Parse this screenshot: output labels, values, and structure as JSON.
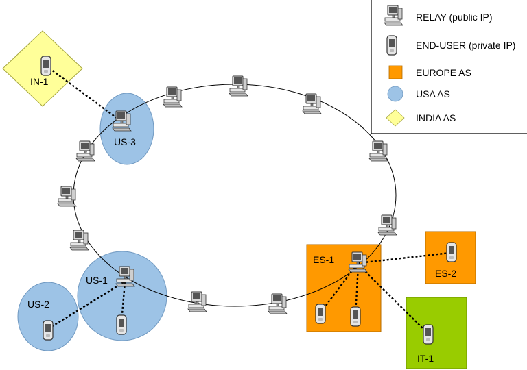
{
  "colors": {
    "europe": "#FF9900",
    "usa": "#9DC3E6",
    "india": "#FFFF99",
    "italy": "#99CC00",
    "ring": "#000000"
  },
  "legend": {
    "items": [
      {
        "icon": "relay-computer-icon",
        "label": "RELAY (public IP)"
      },
      {
        "icon": "end-user-phone-icon",
        "label": "END-USER (private IP)"
      },
      {
        "icon": "europe-square-icon",
        "label": "EUROPE AS"
      },
      {
        "icon": "usa-circle-icon",
        "label": "USA AS"
      },
      {
        "icon": "india-diamond-icon",
        "label": "INDIA AS"
      }
    ]
  },
  "regions": {
    "in1": "IN-1",
    "us3": "US-3",
    "us1": "US-1",
    "us2": "US-2",
    "es1": "ES-1",
    "es2": "ES-2",
    "it1": "IT-1"
  }
}
